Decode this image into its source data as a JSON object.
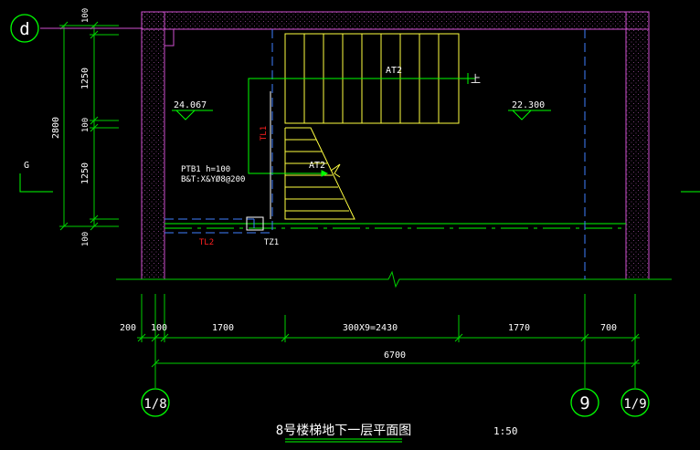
{
  "colors": {
    "background": "#000000",
    "wall": "#d050d0",
    "hatch": "#a050a0",
    "dim_line": "#00d000",
    "text_white": "#ffffff",
    "stair": "#ffff40",
    "beam_tag": "#ff2020",
    "hidden_line": "#4080ff",
    "axis_circle": "#00ff00",
    "slab_line": "#00ff00",
    "cut_line": "#00ffff"
  },
  "grid_labels": {
    "d": "d",
    "g": "G",
    "a18": "1/8",
    "a9": "9",
    "a19": "1/9"
  },
  "dimensions_left": {
    "d100_top": "100",
    "d1250_top": "1250",
    "d100_mid": "100",
    "d1250_bottom": "1250",
    "d100_bottom": "100",
    "total": "2800"
  },
  "dimensions_bottom": {
    "d200": "200",
    "d100": "100",
    "d1700": "1700",
    "d_steps": "300X9=2430",
    "d1770": "1770",
    "d700": "700",
    "total": "6700"
  },
  "annotations": {
    "at2_upper": "AT2",
    "up_arrow": "上",
    "at2_lower": "AT2",
    "level_left": "24.067",
    "level_right": "22.300",
    "ptb_line1": "PTB1  h=100",
    "ptb_line2": "B&T:X&YØ8@200",
    "tl1": "TL1",
    "tl2": "TL2",
    "tz1": "TZ1"
  },
  "title": {
    "text": "8号楼梯地下一层平面图",
    "scale": "1:50"
  }
}
